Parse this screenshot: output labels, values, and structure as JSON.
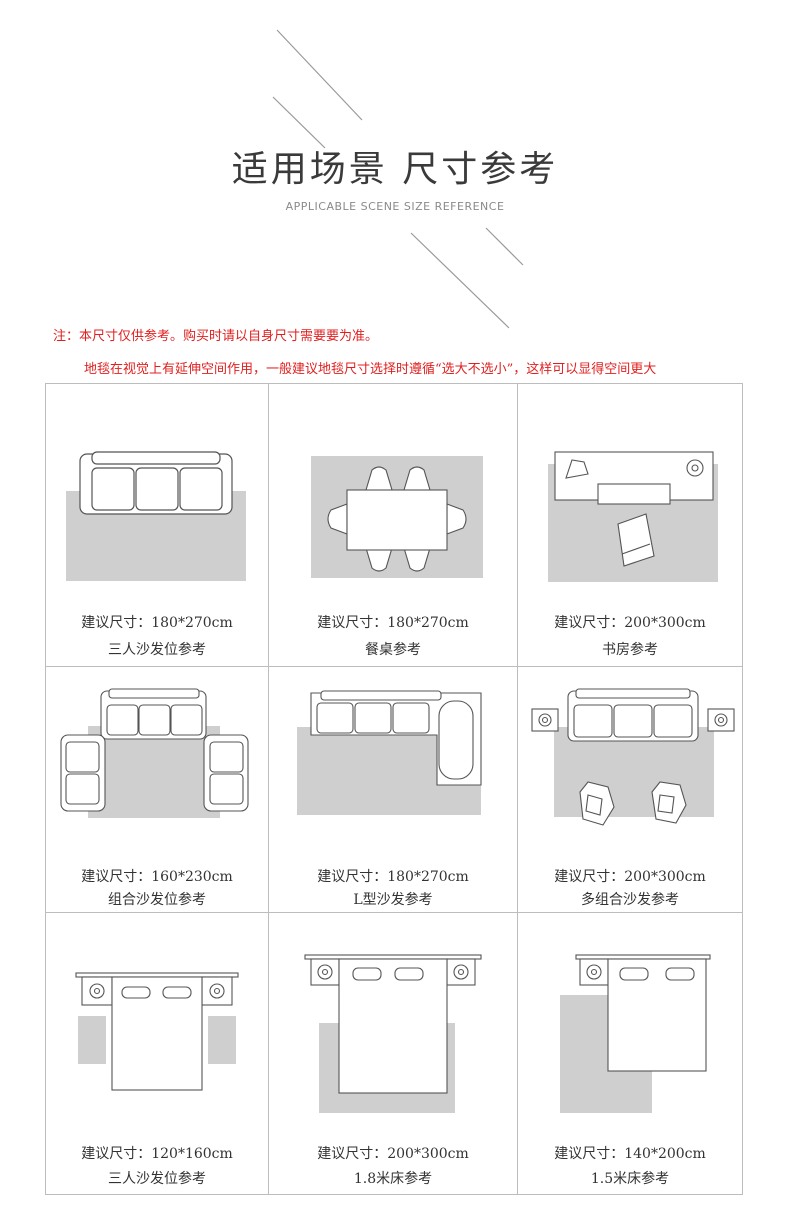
{
  "header": {
    "title": "适用场景 尺寸参考",
    "subtitle": "APPLICABLE SCENE SIZE REFERENCE"
  },
  "notes": {
    "line1": "注：本尺寸仅供参考。购买时请以自身尺寸需要要为准。",
    "line2": "地毯在视觉上有延伸空间作用，一般建议地毯尺寸选择时遵循“选大不选小”，这样可以显得空间更大"
  },
  "cells": [
    {
      "size": "建议尺寸：180*270cm",
      "scene": "三人沙发位参考"
    },
    {
      "size": "建议尺寸：180*270cm",
      "scene": "餐桌参考"
    },
    {
      "size": "建议尺寸：200*300cm",
      "scene": "书房参考"
    },
    {
      "size": "建议尺寸：160*230cm",
      "scene": "组合沙发位参考"
    },
    {
      "size": "建议尺寸：180*270cm",
      "scene": "L型沙发参考"
    },
    {
      "size": "建议尺寸：200*300cm",
      "scene": "多组合沙发参考"
    },
    {
      "size": "建议尺寸：120*160cm",
      "scene": "三人沙发位参考"
    },
    {
      "size": "建议尺寸：200*300cm",
      "scene": "1.8米床参考"
    },
    {
      "size": "建议尺寸：140*200cm",
      "scene": "1.5米床参考"
    }
  ],
  "colors": {
    "rug": "#cfcfcf",
    "furniture_stroke": "#555555",
    "note_red": "#e02020",
    "grid_border": "#bdbdbd"
  }
}
